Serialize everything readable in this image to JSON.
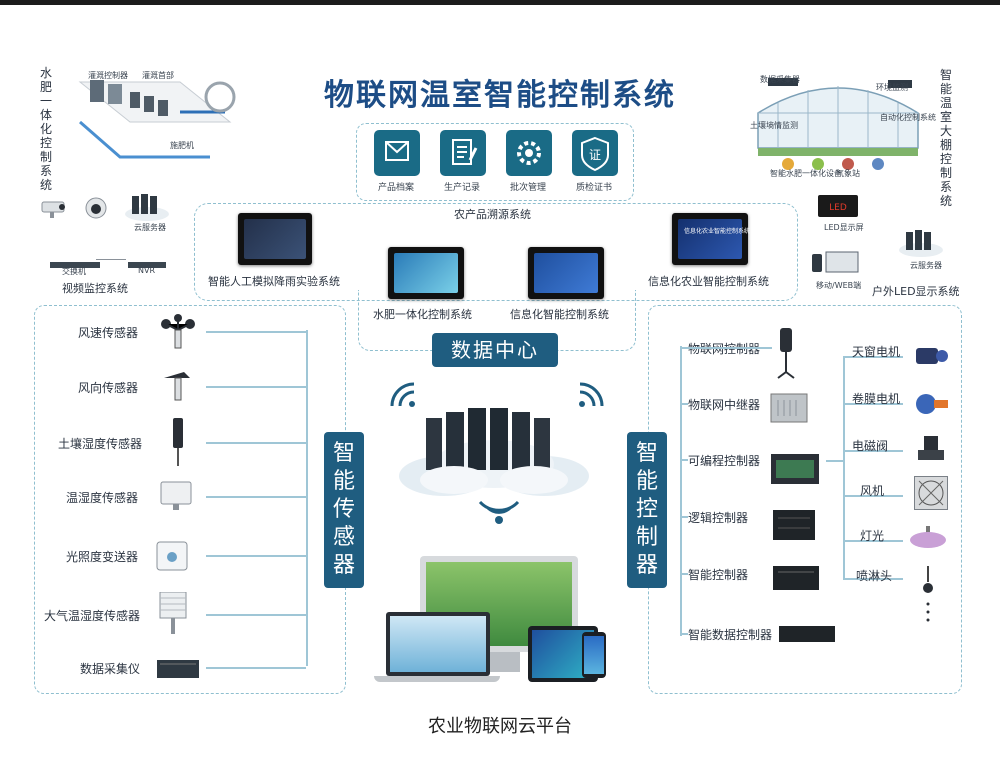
{
  "title": "物联网温室智能控制系统",
  "left_vertical_title": "水肥一体化控制系统",
  "right_vertical_title": "智能温室大棚控制系统",
  "water_diagram_labels": [
    "灌溉控制器",
    "灌溉首部",
    "施肥机"
  ],
  "greenhouse_labels": [
    "智能水肥一体化设备",
    "气象站",
    "数据采集器",
    "环境监测",
    "土壤墒情监测",
    "自动化控制系统"
  ],
  "traceability": {
    "items": [
      {
        "label": "产品档案",
        "icon": "archive-icon"
      },
      {
        "label": "生产记录",
        "icon": "notepad-icon"
      },
      {
        "label": "批次管理",
        "icon": "gear-icon"
      },
      {
        "label": "质检证书",
        "icon": "shield-certificate-icon"
      }
    ],
    "system_label": "农产品溯源系统"
  },
  "screen_systems": {
    "rain": "智能人工模拟降雨实验系统",
    "water_fert": "水肥一体化控制系统",
    "info_smart": "信息化智能控制系统",
    "info_agri": "信息化农业智能控制系统",
    "info_screen_caption": "信息化农业智能控制系统"
  },
  "surveillance": {
    "cloud_server": "云服务器",
    "switch": "交换机",
    "nvr": "NVR",
    "system_label": "视频监控系统"
  },
  "led": {
    "screen_label": "LED显示屏",
    "cloud_server": "云服务器",
    "mobile": "移动/WEB端",
    "system_label": "户外LED显示系统"
  },
  "data_center": "数据中心",
  "sensors_title": "智能传感器",
  "sensors": [
    "风速传感器",
    "风向传感器",
    "土壤湿度传感器",
    "温湿度传感器",
    "光照度变送器",
    "大气温湿度传感器",
    "数据采集仪"
  ],
  "controllers_title": "智能控制器",
  "controllers": [
    "物联网控制器",
    "物联网中继器",
    "可编程控制器",
    "逻辑控制器",
    "智能控制器",
    "智能数据控制器"
  ],
  "actuators": [
    "天窗电机",
    "卷膜电机",
    "电磁阀",
    "风机",
    "灯光",
    "喷淋头"
  ],
  "platform_label": "农业物联网云平台",
  "colors": {
    "title": "#1d4d86",
    "badge": "#1f5d80",
    "dashed": "#8fbfcf",
    "icon_box": "#1a6b86"
  }
}
